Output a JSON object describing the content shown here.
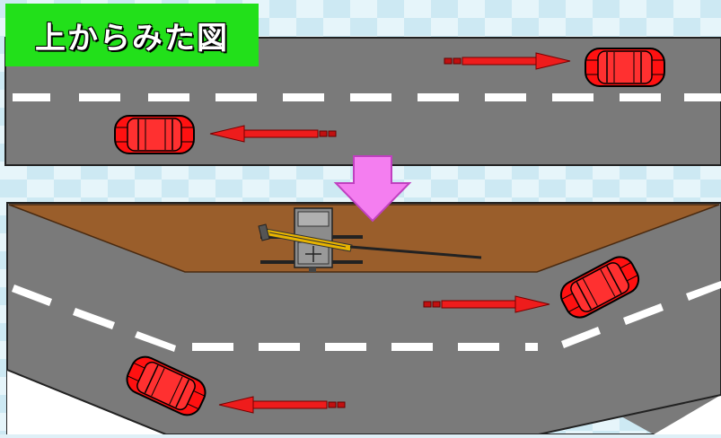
{
  "diagram": {
    "title": "上からみた図",
    "colors": {
      "background_light": "#e8f6fb",
      "background_check": "#c5e8f2",
      "road": "#7a7a7a",
      "road_edge": "#333333",
      "lane_marking": "#ffffff",
      "excavation": "#9a5e2b",
      "title_box": "#22e01a",
      "car": "#ff1010",
      "traffic_arrow": "#e01818",
      "down_arrow": "#f47ef0",
      "machine_boom": "#e8b400",
      "machine_body": "#888888"
    },
    "top_view": {
      "vehicles": [
        {
          "name": "car-upper-right",
          "direction": "right"
        },
        {
          "name": "car-lower-left",
          "direction": "left"
        }
      ],
      "arrows": [
        "traffic-arrow-right",
        "traffic-arrow-left"
      ]
    },
    "bottom_view": {
      "features": [
        "excavation-area",
        "drilling-machine",
        "bypass-road"
      ],
      "vehicles": [
        {
          "name": "car-detour-right",
          "direction": "right"
        },
        {
          "name": "car-detour-left",
          "direction": "left"
        }
      ]
    },
    "transition_arrow": "down-arrow"
  }
}
